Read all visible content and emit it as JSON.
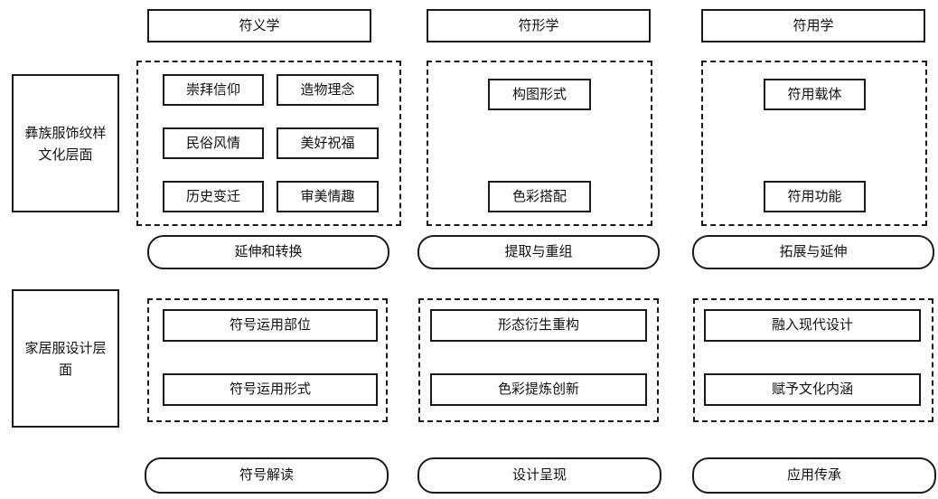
{
  "columns": {
    "semantics": "符义学",
    "syntactics": "符形学",
    "pragmatics": "符用学"
  },
  "layers": {
    "culture": "彝族服饰纹样文化层面",
    "design": "家居服设计层面"
  },
  "culture_items": {
    "semantics": [
      "崇拜信仰",
      "造物理念",
      "民俗风情",
      "美好祝福",
      "历史变迁",
      "审美情趣"
    ],
    "syntactics": [
      "构图形式",
      "色彩搭配"
    ],
    "pragmatics": [
      "符用载体",
      "符用功能"
    ]
  },
  "transitions": [
    "延伸和转换",
    "提取与重组",
    "拓展与延伸"
  ],
  "design_items": {
    "semantics": [
      "符号运用部位",
      "符号运用形式"
    ],
    "syntactics": [
      "形态衍生重构",
      "色彩提炼创新"
    ],
    "pragmatics": [
      "融入现代设计",
      "赋予文化内涵"
    ]
  },
  "outcomes": [
    "符号解读",
    "设计呈现",
    "应用传承"
  ]
}
